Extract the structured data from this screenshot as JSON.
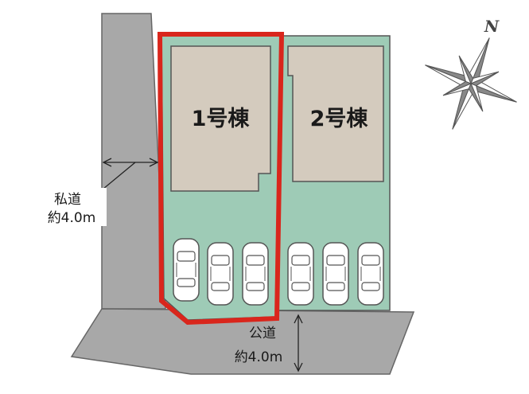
{
  "buildings": [
    {
      "id": "1",
      "label": "1号棟"
    },
    {
      "id": "2",
      "label": "2号棟"
    }
  ],
  "private_road": {
    "line1": "私道",
    "line2": "約4.0m"
  },
  "public_road": {
    "line1": "公道",
    "line2": "約4.0m"
  },
  "compass": {
    "north_label": "N"
  },
  "parking_spaces_per_lot": 3,
  "colors": {
    "lot_fill": "#9ecbb6",
    "building_fill": "#d4cbbe",
    "road_fill": "#a8a8a8",
    "highlight_border": "#d9261c",
    "outline": "#555555",
    "car_fill": "#ffffff"
  }
}
